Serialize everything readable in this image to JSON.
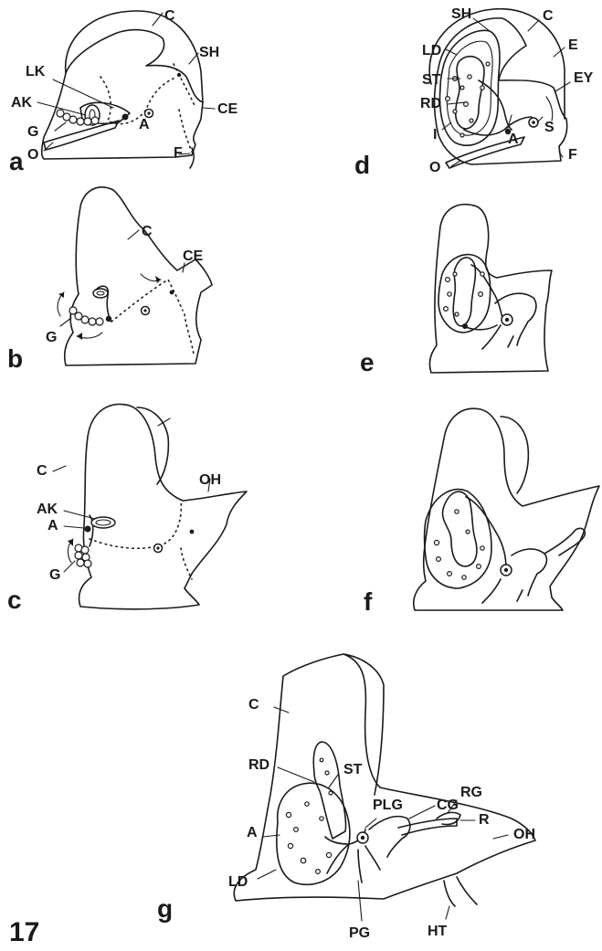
{
  "figure_number": "17",
  "panels": {
    "a": {
      "letter": "a",
      "labels": {
        "C": "C",
        "SH": "SH",
        "LK": "LK",
        "AK": "AK",
        "A": "A",
        "CE": "CE",
        "G": "G",
        "O": "O",
        "F": "F"
      }
    },
    "b": {
      "letter": "b",
      "labels": {
        "C": "C",
        "CE": "CE",
        "G": "G"
      }
    },
    "c": {
      "letter": "c",
      "labels": {
        "C": "C",
        "OH": "OH",
        "AK": "AK",
        "A": "A",
        "G": "G"
      }
    },
    "d": {
      "letter": "d",
      "labels": {
        "SH": "SH",
        "C": "C",
        "LD": "LD",
        "E": "E",
        "ST": "ST",
        "EY": "EY",
        "RD": "RD",
        "I": "I",
        "A": "A",
        "S": "S",
        "O": "O",
        "F": "F"
      }
    },
    "e": {
      "letter": "e"
    },
    "f": {
      "letter": "f"
    },
    "g": {
      "letter": "g",
      "labels": {
        "C": "C",
        "RD": "RD",
        "ST": "ST",
        "A": "A",
        "PLG": "PLG",
        "RG": "RG",
        "CG": "CG",
        "R": "R",
        "OH": "OH",
        "LD": "LD",
        "PG": "PG",
        "HT": "HT"
      }
    }
  }
}
